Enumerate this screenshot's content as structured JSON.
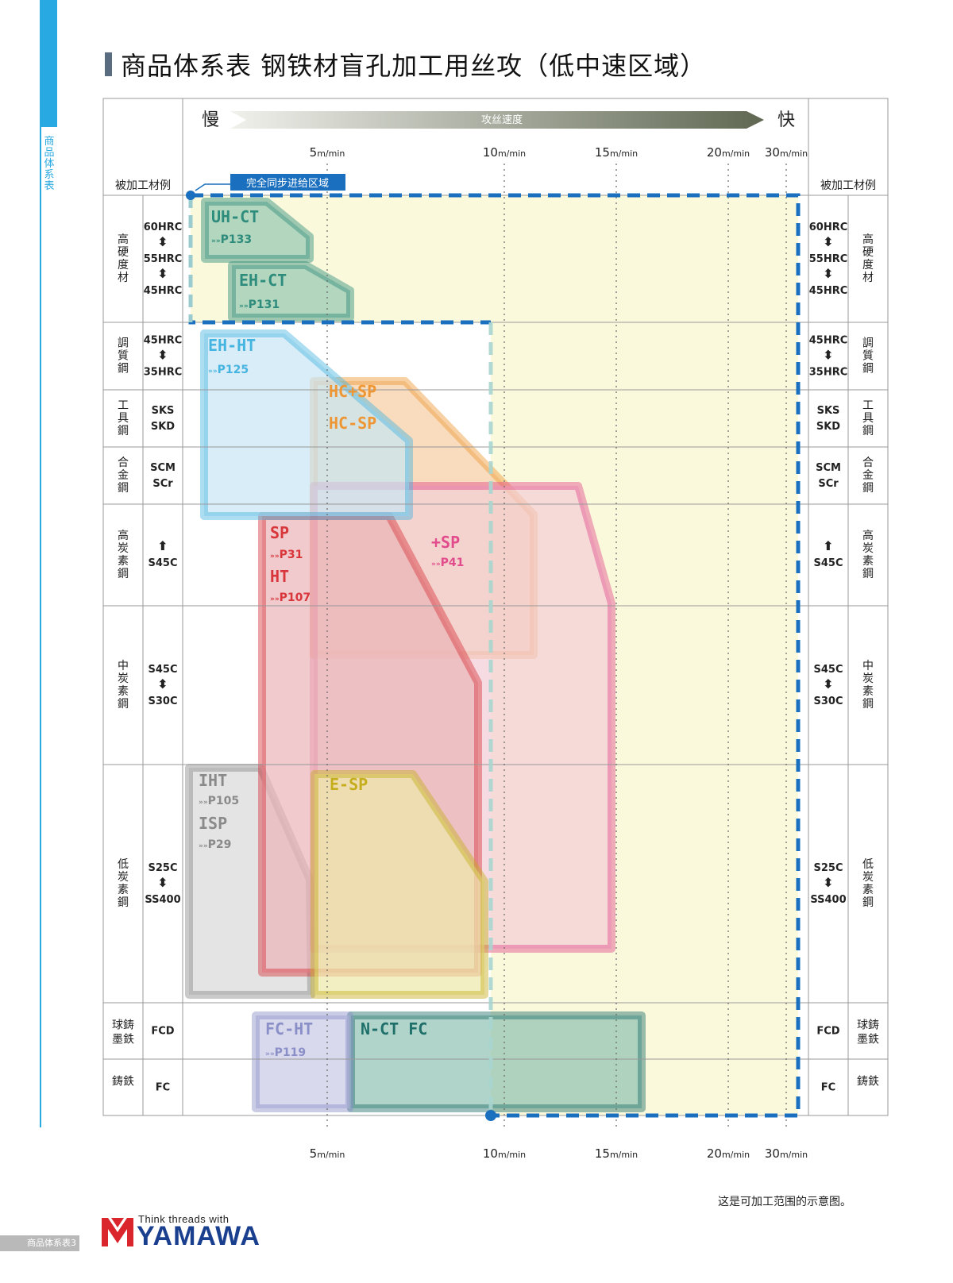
{
  "page": {
    "side_label": "商品体系表",
    "title": "商品体系表 钢铁材盲孔加工用丝攻（低中速区域）",
    "note": "这是可加工范围的示意图。",
    "footer": "商品体系表3",
    "logo_tagline": "Think threads with",
    "logo_name": "YAMAWA"
  },
  "chart": {
    "slow_label": "慢",
    "fast_label": "快",
    "speed_label": "攻丝速度",
    "column_header": "被加工材例",
    "sync_label": "完全同步进给区域",
    "speed_ticks": [
      {
        "num": "5",
        "unit": "m/min"
      },
      {
        "num": "10",
        "unit": "m/min"
      },
      {
        "num": "15",
        "unit": "m/min"
      },
      {
        "num": "20",
        "unit": "m/min"
      },
      {
        "num": "30",
        "unit": "m/min"
      }
    ],
    "rows": [
      {
        "category": "高硬度材",
        "materials": [
          "60HRC",
          "⬍",
          "55HRC",
          "⬍",
          "45HRC"
        ]
      },
      {
        "category": "調質鋼",
        "materials": [
          "45HRC",
          "⬍",
          "35HRC"
        ]
      },
      {
        "category": "工具鋼",
        "materials": [
          "SKS",
          "SKD"
        ]
      },
      {
        "category": "合金鋼",
        "materials": [
          "SCM",
          "SCr"
        ]
      },
      {
        "category": "高炭素鋼",
        "materials": [
          "⬆",
          "S45C"
        ]
      },
      {
        "category": "中炭素鋼",
        "materials": [
          "S45C",
          "⬍",
          "S30C"
        ]
      },
      {
        "category": "低炭素鋼",
        "materials": [
          "S25C",
          "⬍",
          "SS400"
        ]
      },
      {
        "category": "球鋳墨鉄",
        "materials": [
          "FCD"
        ]
      },
      {
        "category": "鋳鉄",
        "materials": [
          "FC"
        ]
      }
    ],
    "products": [
      {
        "key": "uh-ct",
        "name": "UH-CT",
        "page": "P133",
        "color": "#2e8c7d"
      },
      {
        "key": "eh-ct",
        "name": "EH-CT",
        "page": "P131",
        "color": "#2e8c7d"
      },
      {
        "key": "eh-ht",
        "name": "EH-HT",
        "page": "P125",
        "color": "#46b4e0"
      },
      {
        "key": "hc-sp-plus",
        "name": "HC+SP",
        "page": "",
        "color": "#ee9633"
      },
      {
        "key": "hc-sp",
        "name": "HC-SP",
        "page": "",
        "color": "#ee9633"
      },
      {
        "key": "plus-sp",
        "name": "+SP",
        "page": "P41",
        "color": "#e24c8c"
      },
      {
        "key": "sp",
        "name": "SP",
        "page": "P31",
        "color": "#d8363b"
      },
      {
        "key": "ht",
        "name": "HT",
        "page": "P107",
        "color": "#d8363b"
      },
      {
        "key": "iht",
        "name": "IHT",
        "page": "P105",
        "color": "#8a8a8a"
      },
      {
        "key": "isp",
        "name": "ISP",
        "page": "P29",
        "color": "#8a8a8a"
      },
      {
        "key": "e-sp",
        "name": "E-SP",
        "page": "",
        "color": "#c6ad1e"
      },
      {
        "key": "fc-ht",
        "name": "FC-HT",
        "page": "P119",
        "color": "#8a8fc8"
      },
      {
        "key": "n-ct-fc",
        "name": "N-CT FC",
        "page": "",
        "color": "#1e6f6a"
      }
    ],
    "colors": {
      "sync_blue": "#1a6fbe",
      "sync_fill": "#fbf9dc",
      "grid": "#999999"
    }
  }
}
